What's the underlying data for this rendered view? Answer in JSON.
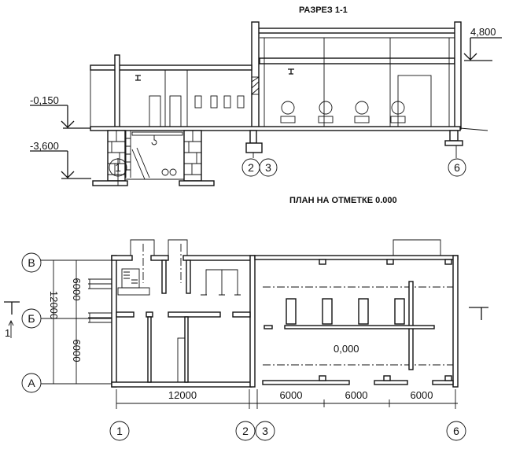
{
  "section": {
    "title": "РАЗРЕЗ 1-1",
    "elevations": [
      "-0,150",
      "-3,600",
      "4,800"
    ],
    "axes": [
      "1",
      "2",
      "3",
      "6"
    ]
  },
  "plan": {
    "title": "ПЛАН НА ОТМЕТКЕ 0.000",
    "floor_mark": "0,000",
    "row_axes": [
      "В",
      "Б",
      "А"
    ],
    "column_axes": [
      "1",
      "2",
      "3",
      "6"
    ],
    "vertical_dims": {
      "total": "12000",
      "upper": "6000",
      "lower": "6000"
    },
    "horizontal_dims": [
      "12000",
      "6000",
      "6000",
      "6000"
    ],
    "section_mark": "1"
  }
}
